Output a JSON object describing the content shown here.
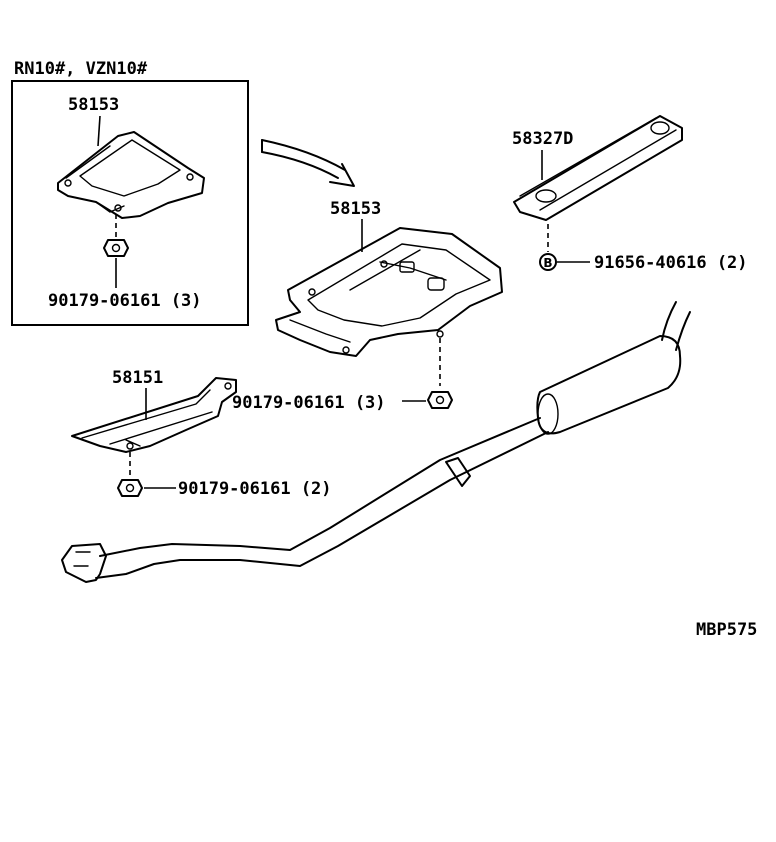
{
  "inset": {
    "title": "RN10#, VZN10#",
    "part_label": "58153",
    "nut_label": "90179-06161 (3)"
  },
  "main": {
    "cover_label": "58153",
    "cover_nut_label": "90179-06161 (3)",
    "heat_insulator_label": "58327D",
    "clip_label": "91656-40616 (2)",
    "clip_marker": "B",
    "front_cover_label": "58151",
    "front_nut_label": "90179-06161 (2)"
  },
  "figure_code": "MBP575"
}
